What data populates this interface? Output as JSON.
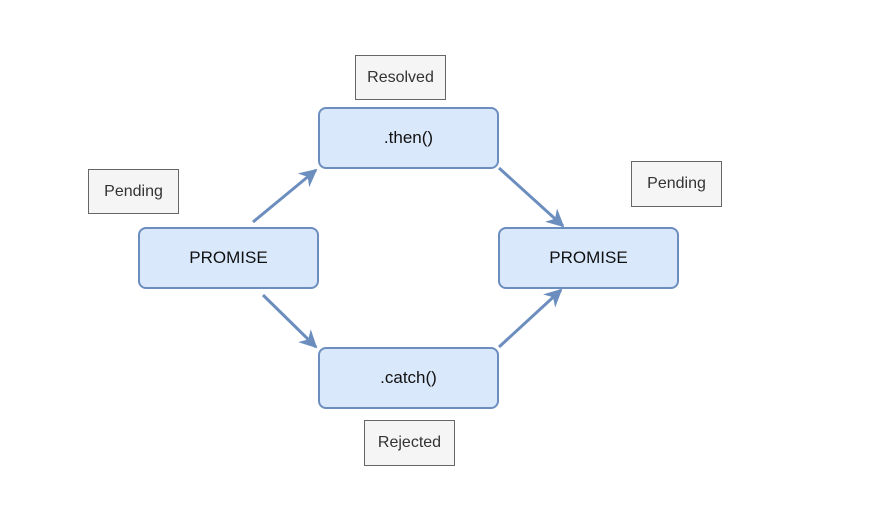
{
  "diagram": {
    "nodes": {
      "promise_start": "PROMISE",
      "then": ".then()",
      "catch": ".catch()",
      "promise_end": "PROMISE"
    },
    "labels": {
      "pending_left": "Pending",
      "resolved": "Resolved",
      "rejected": "Rejected",
      "pending_right": "Pending"
    },
    "colors": {
      "node_fill": "#dae8fc",
      "node_stroke": "#6c8ebf",
      "label_fill": "#f5f5f5",
      "label_stroke": "#666666"
    }
  }
}
